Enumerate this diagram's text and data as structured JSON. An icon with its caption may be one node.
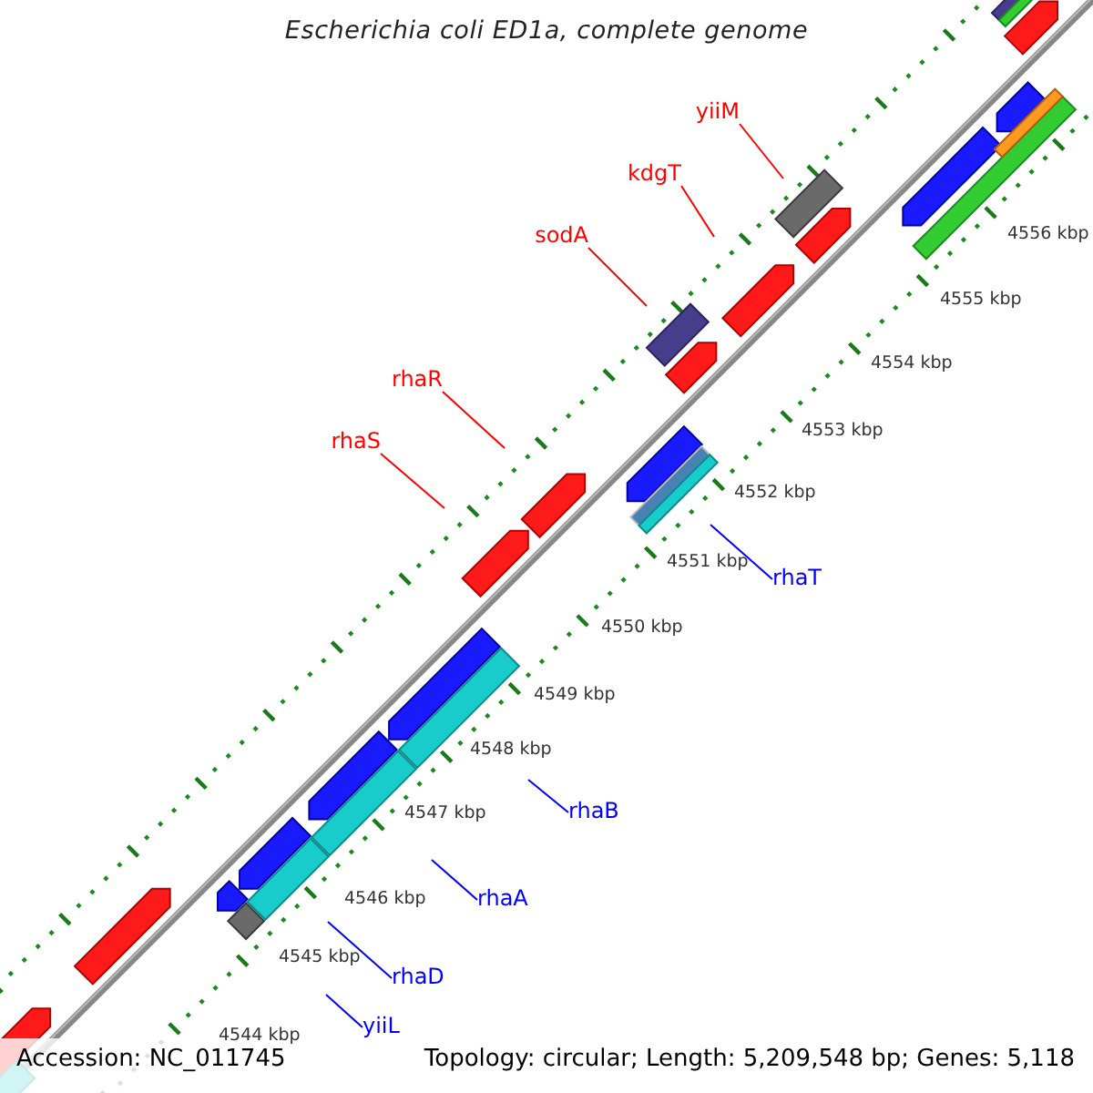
{
  "diagram": {
    "title": "Escherichia coli ED1a, complete genome",
    "nodes": [
      {
        "text": [
          "yiiM"
        ]
      },
      {
        "text": [
          "kdgT"
        ]
      },
      {
        "text": [
          "sodA"
        ]
      },
      {
        "text": [
          "rhaR"
        ]
      },
      {
        "text": [
          "rhaS"
        ]
      },
      {
        "text": [
          "rhaT"
        ]
      },
      {
        "text": [
          "rhaB"
        ]
      },
      {
        "text": [
          "rhaA"
        ]
      },
      {
        "text": [
          "rhaD"
        ]
      },
      {
        "text": [
          "yiiL"
        ]
      }
    ],
    "edges": [
      {
        "from": 0,
        "to": null,
        "arrow": "none",
        "color": "#ff0000"
      },
      {
        "from": 1,
        "to": null,
        "arrow": "none",
        "color": "#ff0000"
      },
      {
        "from": 2,
        "to": null,
        "arrow": "none",
        "color": "#ff0000"
      },
      {
        "from": 3,
        "to": null,
        "arrow": "none",
        "color": "#ff0000"
      },
      {
        "from": 4,
        "to": null,
        "arrow": "none",
        "color": "#ff0000"
      },
      {
        "from": 5,
        "to": null,
        "arrow": "none",
        "color": "#0000ff"
      },
      {
        "from": 6,
        "to": null,
        "arrow": "none",
        "color": "#0000ff"
      },
      {
        "from": 7,
        "to": null,
        "arrow": "none",
        "color": "#0000ff"
      },
      {
        "from": 8,
        "to": null,
        "arrow": "none",
        "color": "#0000ff"
      },
      {
        "from": 9,
        "to": null,
        "arrow": "none",
        "color": "#0000ff"
      }
    ],
    "labels": [
      "4556 kbp",
      "4555 kbp",
      "4554 kbp",
      "4553 kbp",
      "4552 kbp",
      "4551 kbp",
      "4550 kbp",
      "4549 kbp",
      "4548 kbp",
      "4547 kbp",
      "4546 kbp",
      "4545 kbp",
      "4544 kbp",
      "Accession: NC_011745",
      "Topology: circular; Length: 5,209,548 bp; Genes: 5,118"
    ]
  }
}
